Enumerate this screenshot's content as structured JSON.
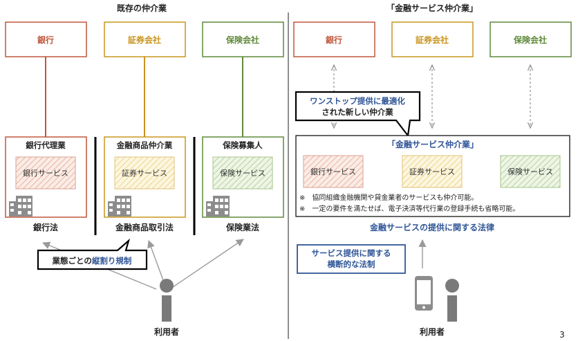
{
  "left": {
    "title": "既存の仲介業",
    "institutions": {
      "bank": "銀行",
      "securities": "証券会社",
      "insurance": "保険会社"
    },
    "agencies": {
      "bank": "銀行代理業",
      "securities": "金融商品仲介業",
      "insurance": "保険募集人"
    },
    "services": {
      "bank": "銀行サービス",
      "securities": "証券サービス",
      "insurance": "保険サービス"
    },
    "laws": {
      "bank": "銀行法",
      "securities": "金融商品取引法",
      "insurance": "保険業法"
    },
    "callout": {
      "prefix": "業態ごとの",
      "highlight": "縦割り規制"
    },
    "user_label": "利用者"
  },
  "right": {
    "title": "「金融サービス仲介業」",
    "institutions": {
      "bank": "銀行",
      "securities": "証券会社",
      "insurance": "保険会社"
    },
    "callout_top": {
      "line1": "ワンストップ提供に最適化",
      "line2": "された新しい仲介業"
    },
    "box_title": "「金融サービス仲介業」",
    "services": {
      "bank": "銀行サービス",
      "securities": "証券サービス",
      "insurance": "保険サービス"
    },
    "notes": [
      "※　協同組織金融機関や貸金業者のサービスも仲介可能。",
      "※　一定の要件を満たせば、電子決済等代行業の登録手続も省略可能。"
    ],
    "law": "金融サービスの提供に関する法律",
    "callout_bottom": {
      "line1": "サービス提供に関する",
      "line2": "横断的な法制"
    },
    "user_label": "利用者"
  },
  "page_number": "3",
  "colors": {
    "bank": "#c0563a",
    "securities": "#c8951e",
    "insurance": "#5e8a3a",
    "blue_text": "#2f5597",
    "arrow_gray": "#9a9a9a"
  },
  "icons": {
    "building": "building-icon",
    "person": "person-icon",
    "smartphone": "smartphone-icon"
  }
}
